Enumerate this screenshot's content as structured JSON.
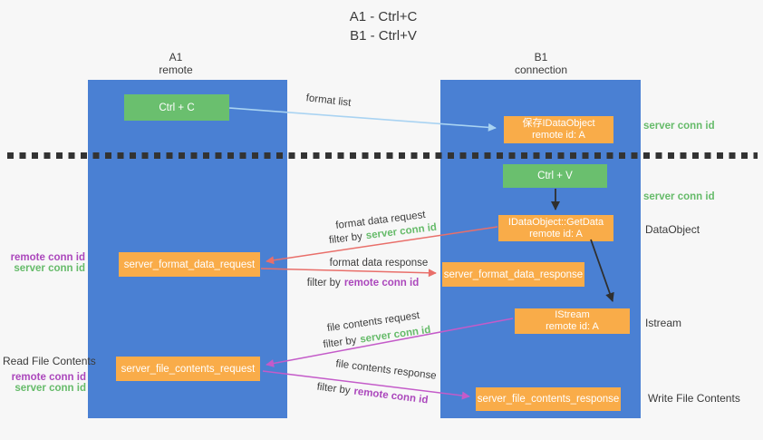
{
  "title": {
    "line1": "A1 - Ctrl+C",
    "line2": "B1 - Ctrl+V"
  },
  "columns": {
    "left": {
      "name": "A1",
      "role": "remote"
    },
    "right": {
      "name": "B1",
      "role": "connection"
    }
  },
  "nodes": {
    "ctrl_c": "Ctrl + C",
    "save_idataobject": {
      "line1": "保存IDataObject",
      "line2": "remote id: A"
    },
    "ctrl_v": "Ctrl + V",
    "getdata": {
      "line1": "IDataObject::GetData",
      "line2": "remote id: A"
    },
    "istream": {
      "line1": "IStream",
      "line2": "remote id: A"
    },
    "format_request": "server_format_data_request",
    "format_response": "server_format_data_response",
    "file_request": "server_file_contents_request",
    "file_response": "server_file_contents_response"
  },
  "side_labels": {
    "right_server_conn_1": "server conn id",
    "right_server_conn_2": "server conn id",
    "dataobject": "DataObject",
    "istream": "Istream",
    "write_file": "Write File Contents",
    "left_remote_conn_1": "remote conn id",
    "left_server_conn_1": "server conn id",
    "read_file": "Read File Contents",
    "left_remote_conn_2": "remote conn id",
    "left_server_conn_2": "server conn id"
  },
  "arrow_labels": {
    "format_list": "format list",
    "format_data_request": "format data request",
    "filter_by_1": "filter by",
    "server_conn_id_1": "server conn id",
    "format_data_response": "format data response",
    "filter_by_2": "filter by",
    "remote_conn_id_1": "remote conn id",
    "file_contents_request": "file contents request",
    "filter_by_3": "filter by",
    "server_conn_id_2": "server conn id",
    "file_contents_response": "file contents response",
    "filter_by_4": "filter by",
    "remote_conn_id_2": "remote conn id"
  },
  "colors": {
    "background": "#f7f7f7",
    "column_blue": "#4a80d3",
    "box_orange": "#f9ac49",
    "box_green": "#6abf6e",
    "green_text": "#66bb6a",
    "purple_text": "#ab47bc",
    "red_arrow": "#e96f6a",
    "purple_arrow": "#c45bc9",
    "lightblue_arrow": "#a9d3f2",
    "black_arrow": "#2f2f2f"
  }
}
